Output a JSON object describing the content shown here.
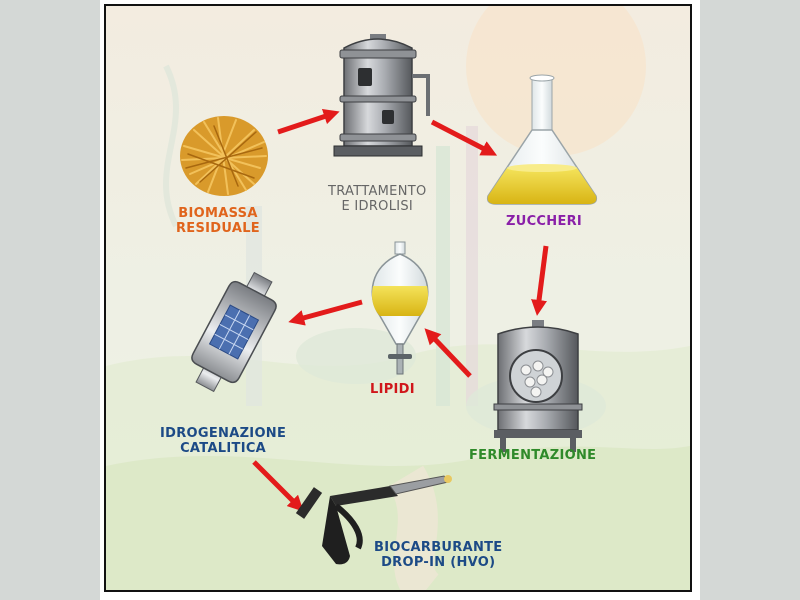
{
  "nodes": {
    "biomass": {
      "line1": "BIOMASSA",
      "line2": "RESIDUALE",
      "color": "#e0641c"
    },
    "treatment": {
      "line1": "TRATTAMENTO",
      "line2": "E IDROLISI",
      "color": "#666666"
    },
    "sugars": {
      "line1": "ZUCCHERI",
      "color": "#8a1fa8"
    },
    "fermentation": {
      "line1": "FERMENTAZIONE",
      "color": "#2f8a2a"
    },
    "lipids": {
      "line1": "LIPIDI",
      "color": "#d0161a"
    },
    "hydrogenation": {
      "line1": "IDROGENAZIONE",
      "line2": "CATALITICA",
      "color": "#1c4a86"
    },
    "biofuel": {
      "line1": "BIOCARBURANTE",
      "line2": "DROP-IN (HVO)",
      "color": "#1c4a86"
    }
  },
  "colors": {
    "arrow": "#e31b1b",
    "frame": "#111111"
  },
  "icons": [
    "straw-icon",
    "reactor-icon",
    "flask-icon",
    "fermenter-icon",
    "separatory-funnel-icon",
    "catalytic-converter-icon",
    "fuel-nozzle-icon"
  ]
}
